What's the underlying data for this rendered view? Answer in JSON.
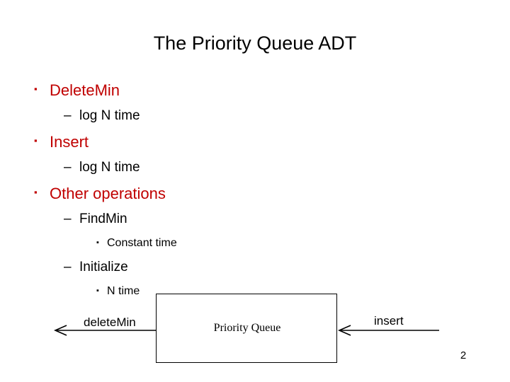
{
  "slide": {
    "title": "The Priority Queue ADT",
    "page_number": "2",
    "background_color": "#FFFFFF",
    "accent_color": "#C00000",
    "text_color": "#000000"
  },
  "bullets": [
    {
      "level": 1,
      "marker": "square-bullet",
      "marker_glyph": "▪",
      "text": "DeleteMin",
      "color": "#C00000"
    },
    {
      "level": 2,
      "marker": "en-dash-bullet",
      "marker_glyph": "–",
      "text": "log N time",
      "color": "#000000"
    },
    {
      "level": 1,
      "marker": "square-bullet",
      "marker_glyph": "▪",
      "text": "Insert",
      "color": "#C00000"
    },
    {
      "level": 2,
      "marker": "en-dash-bullet",
      "marker_glyph": "–",
      "text": "log N time",
      "color": "#000000"
    },
    {
      "level": 1,
      "marker": "square-bullet",
      "marker_glyph": "▪",
      "text": "Other operations",
      "color": "#C00000"
    },
    {
      "level": 2,
      "marker": "en-dash-bullet",
      "marker_glyph": "–",
      "text": "FindMin",
      "color": "#000000"
    },
    {
      "level": 3,
      "marker": "square-bullet",
      "marker_glyph": "▪",
      "text": "Constant time",
      "color": "#000000"
    },
    {
      "level": 2,
      "marker": "en-dash-bullet",
      "marker_glyph": "–",
      "text": "Initialize",
      "color": "#000000"
    },
    {
      "level": 3,
      "marker": "square-bullet",
      "marker_glyph": "▪",
      "text": "N time",
      "color": "#000000"
    }
  ],
  "diagram": {
    "box_label": "Priority Queue",
    "left_arrow_label": "deleteMin",
    "left_arrow_direction": "left",
    "right_arrow_label": "insert",
    "right_arrow_direction": "left",
    "line_color": "#000000"
  }
}
